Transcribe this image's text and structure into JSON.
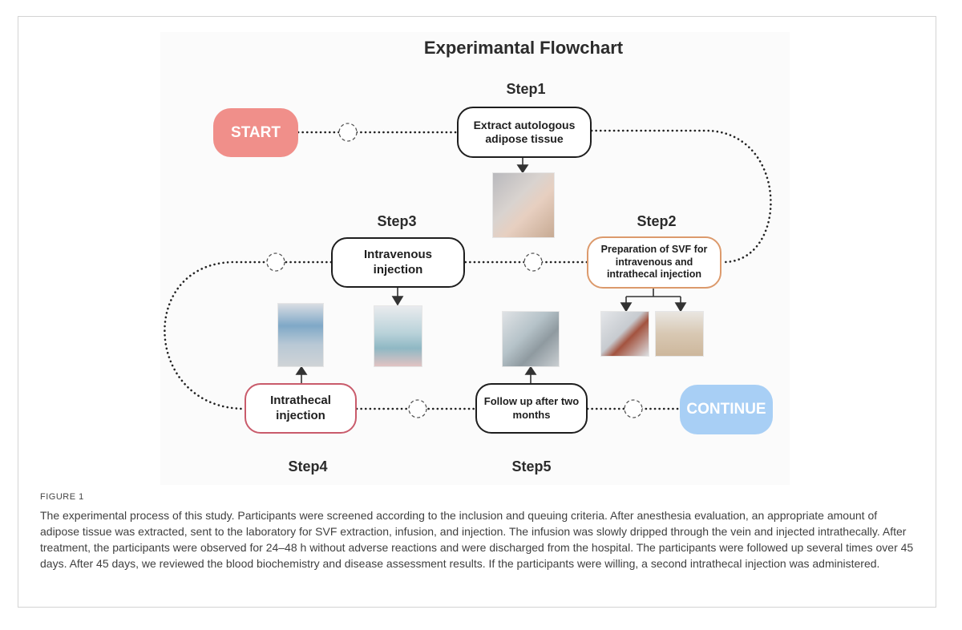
{
  "diagram": {
    "title": "Experimantal Flowchart",
    "steps": {
      "step1": "Step1",
      "step2": "Step2",
      "step3": "Step3",
      "step4": "Step4",
      "step5": "Step5"
    },
    "start_label": "START",
    "continue_label": "CONTINUE",
    "nodes": {
      "extract": "Extract autologous adipose tissue",
      "prep": "Preparation of SVF for intravenous and intrathecal injection",
      "intravenous": "Intravenous injection",
      "intrathecal": "Intrathecal injection",
      "followup": "Follow up after two months"
    },
    "colors": {
      "start": "#f08f8a",
      "continue": "#a8cff5",
      "prep_border": "#dc9a6c",
      "intrathecal_border": "#c95b6b",
      "default_border": "#1e1e1e"
    }
  },
  "figure": {
    "label": "FIGURE 1",
    "caption": "The experimental process of this study. Participants were screened according to the inclusion and queuing criteria. After anesthesia evaluation, an appropriate amount of adipose tissue was extracted, sent to the laboratory for SVF extraction, infusion, and injection. The infusion was slowly dripped through the vein and injected intrathecally. After treatment, the participants were observed for 24–48 h without adverse reactions and were discharged from the hospital. The participants were followed up several times over 45 days. After 45 days, we reviewed the blood biochemistry and disease assessment results. If the participants were willing, a second intrathecal injection was administered."
  }
}
